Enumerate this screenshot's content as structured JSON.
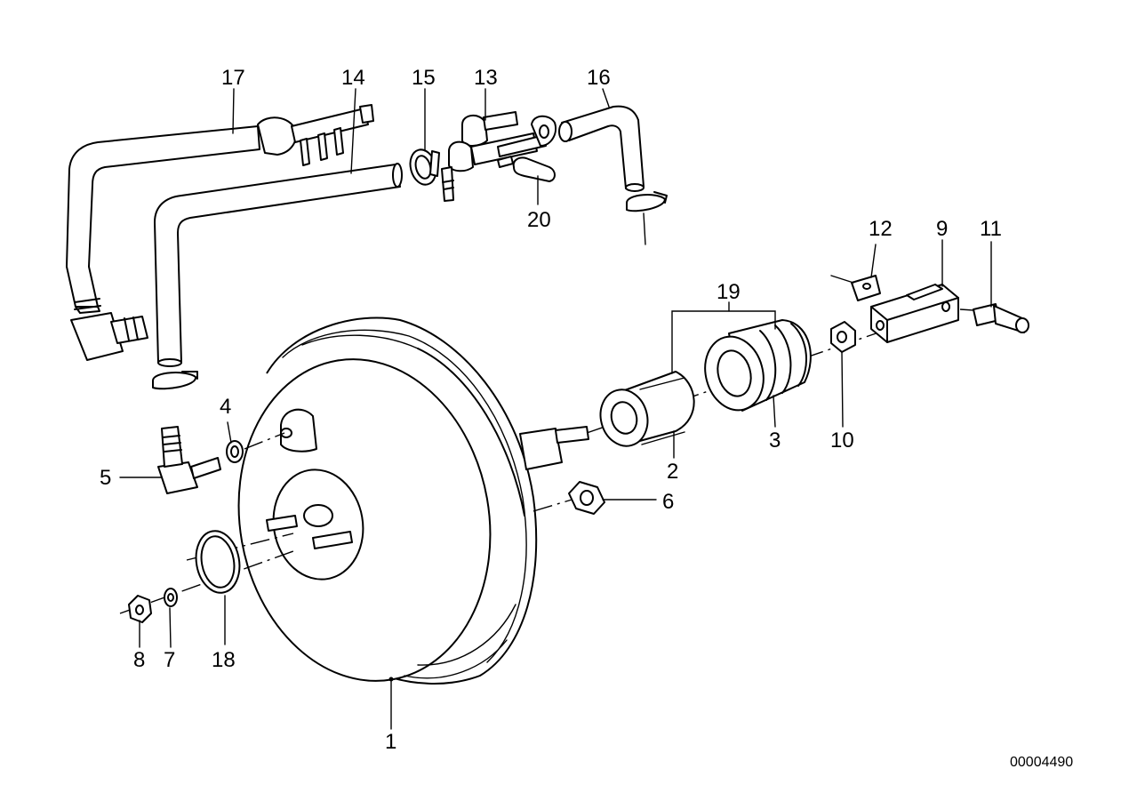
{
  "callouts": {
    "p1": "1",
    "p2": "2",
    "p3": "3",
    "p4": "4",
    "p5": "5",
    "p6": "6",
    "p7": "7",
    "p8": "8",
    "p9": "9",
    "p10": "10",
    "p11": "11",
    "p12": "12",
    "p13": "13",
    "p14": "14",
    "p15": "15",
    "p16": "16",
    "p17": "17",
    "p18": "18",
    "p19": "19",
    "p20": "20"
  },
  "catalog_number": "00004490",
  "colors": {
    "line": "#000000",
    "background": "#ffffff"
  }
}
